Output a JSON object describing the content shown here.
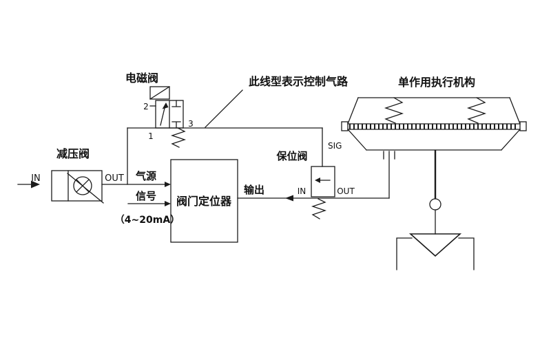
{
  "diagram": {
    "background_color": "#ffffff",
    "line_color": "#1b1b1b",
    "note": {
      "text": "此线型表示控制气路"
    },
    "source": {
      "in_label": "IN"
    },
    "pressure_reducing_valve": {
      "label": "减压阀",
      "out_label": "OUT"
    },
    "solenoid_valve": {
      "label": "电磁阀",
      "port_1": "1",
      "port_2": "2",
      "port_3": "3"
    },
    "positioner": {
      "label": "阀门定位器",
      "air_supply_label": "气源",
      "signal_label": "信号",
      "signal_range_label": "（4~20mA）",
      "output_label": "输出"
    },
    "lockup_valve": {
      "label": "保位阀",
      "sig_label": "SIG",
      "in_label": "IN",
      "out_label": "OUT"
    },
    "actuator": {
      "label": "单作用执行机构"
    }
  }
}
